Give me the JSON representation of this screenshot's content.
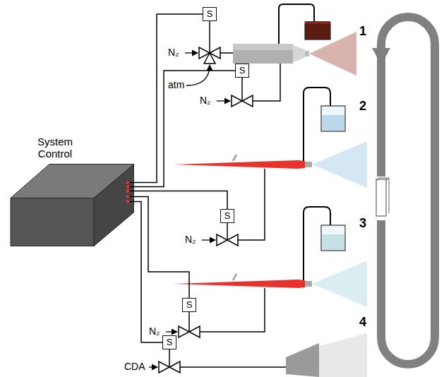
{
  "diagram": {
    "nodes": [
      {
        "text": [
          "System Control"
        ]
      },
      {
        "text": [
          "S"
        ]
      },
      {
        "text": [
          "S"
        ]
      },
      {
        "text": [
          "S"
        ]
      },
      {
        "text": [
          "S"
        ]
      },
      {
        "text": [
          "S"
        ]
      }
    ],
    "edges": [
      {
        "from": 0,
        "to": 1,
        "arrow": "none"
      },
      {
        "from": 0,
        "to": 2,
        "arrow": "none"
      },
      {
        "from": 0,
        "to": 3,
        "arrow": "none"
      },
      {
        "from": 0,
        "to": 4,
        "arrow": "none"
      },
      {
        "from": 0,
        "to": 5,
        "arrow": "none"
      }
    ],
    "labels": [
      "N₂",
      "atm",
      "N₂",
      "N₂",
      "N₂",
      "CDA",
      "1",
      "2",
      "3",
      "4"
    ]
  }
}
